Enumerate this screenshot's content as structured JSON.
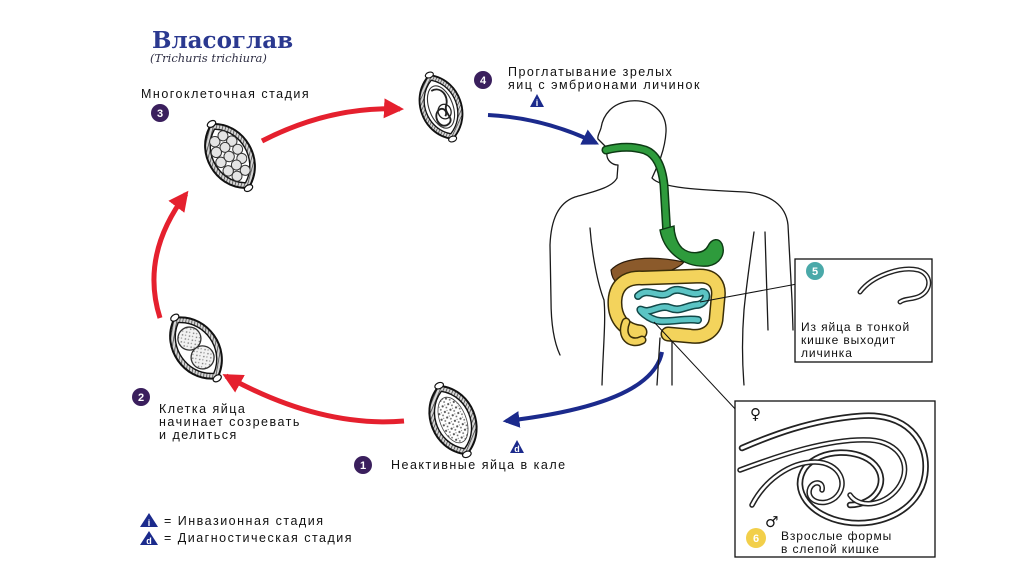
{
  "title": "Власоглав",
  "subtitle": "(Trichuris trichiura)",
  "stages": [
    {
      "number": "1",
      "lines": [
        "Неактивные яйца в кале"
      ]
    },
    {
      "number": "2",
      "lines": [
        "Клетка яйца",
        "начинает созревать",
        "и делиться"
      ]
    },
    {
      "number": "3",
      "lines": [
        "Многоклеточная стадия"
      ]
    },
    {
      "number": "4",
      "lines": [
        "Проглатывание зрелых",
        "яиц с эмбрионами личинок"
      ]
    },
    {
      "number": "5",
      "lines": [
        "Из яйца в тонкой",
        "кишке выходит",
        "личинка"
      ]
    },
    {
      "number": "6",
      "lines": [
        "Взрослые формы",
        "в слепой кишке"
      ]
    }
  ],
  "markers": {
    "infective": "i",
    "diagnostic": "d"
  },
  "legend": [
    {
      "symbol": "i",
      "text": "= Инвазионная стадия"
    },
    {
      "symbol": "d",
      "text": "= Диагностическая стадия"
    }
  ],
  "sex_symbols": {
    "female": "♀",
    "male": "♂"
  },
  "colors": {
    "title": "#2b3990",
    "stage_badge": "#3a1f5d",
    "stage5_badge": "#4aa9a9",
    "stage6_badge": "#f2cf4a",
    "external_arrow": "#e5202e",
    "host_arrow": "#1b2a8c",
    "marker_triangle": "#1b2a8c",
    "esophagus_stomach": "#2e9b3c",
    "liver": "#8b5a2b",
    "colon": "#f3d35c",
    "small_intestine": "#5bc4c4"
  }
}
